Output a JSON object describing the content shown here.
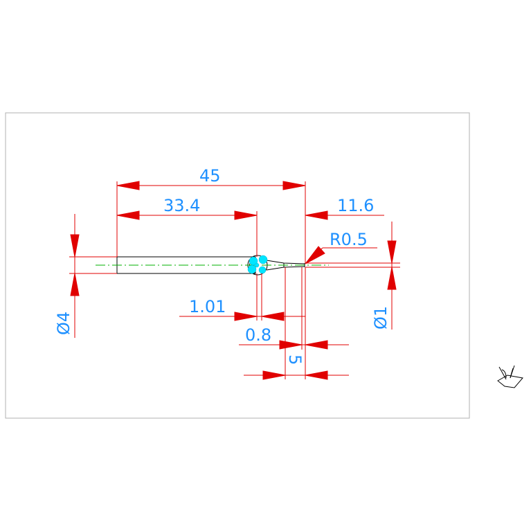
{
  "drawing": {
    "dimensions": {
      "overall_length": "45",
      "shank_length": "33.4",
      "tip_length": "11.6",
      "tip_radius": "R0.5",
      "shank_diameter": "Ø4",
      "tip_diameter": "Ø1",
      "ball_offset": "1.01",
      "neck_width": "0.8",
      "tip_segment": "5"
    },
    "colors": {
      "dimension_line": "#e00000",
      "dimension_text": "#1e90ff",
      "outline": "#000000",
      "centerline": "#00b000",
      "grip": "#00e5ff",
      "frame": "#b0b0b0"
    },
    "icons": {
      "ucs": "ucs-icon"
    }
  }
}
